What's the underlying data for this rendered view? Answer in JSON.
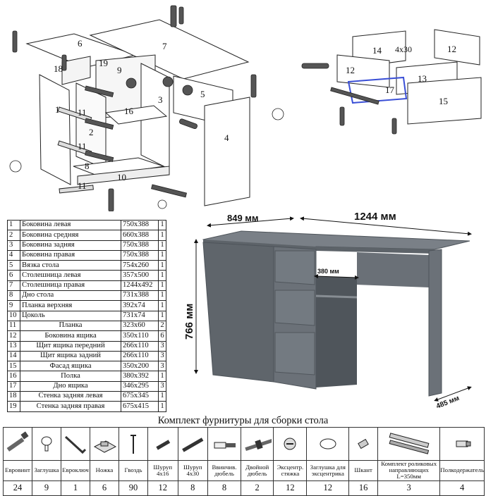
{
  "assembly": {
    "callouts": [
      "1",
      "2",
      "3",
      "4",
      "5",
      "6",
      "7",
      "8",
      "9",
      "10",
      "11",
      "11",
      "11",
      "12",
      "12",
      "13",
      "14",
      "15",
      "16",
      "17",
      "18",
      "19"
    ],
    "drawer_screw_label": "4x30"
  },
  "parts_table": {
    "rows": [
      {
        "num": "1",
        "name": "Боковина левая",
        "dims": "750x388",
        "qty": "1"
      },
      {
        "num": "2",
        "name": "Боковина средняя",
        "dims": "660x388",
        "qty": "1"
      },
      {
        "num": "3",
        "name": "Боковина задняя",
        "dims": "750x388",
        "qty": "1"
      },
      {
        "num": "4",
        "name": "Боковина правая",
        "dims": "750x388",
        "qty": "1"
      },
      {
        "num": "5",
        "name": "Вязка стола",
        "dims": "754x260",
        "qty": "1"
      },
      {
        "num": "6",
        "name": "Столешница левая",
        "dims": "357x500",
        "qty": "1"
      },
      {
        "num": "7",
        "name": "Столешница правая",
        "dims": "1244x492",
        "qty": "1"
      },
      {
        "num": "8",
        "name": "Дно стола",
        "dims": "731x388",
        "qty": "1"
      },
      {
        "num": "9",
        "name": "Планка верхняя",
        "dims": "392x74",
        "qty": "1"
      },
      {
        "num": "10",
        "name": "Цоколь",
        "dims": "731x74",
        "qty": "1"
      },
      {
        "num": "11",
        "name": "Планка",
        "dims": "323x60",
        "qty": "2"
      },
      {
        "num": "12",
        "name": "Боковина ящика",
        "dims": "350x110",
        "qty": "6"
      },
      {
        "num": "13",
        "name": "Щит ящика передний",
        "dims": "266x110",
        "qty": "3"
      },
      {
        "num": "14",
        "name": "Щит ящика задний",
        "dims": "266x110",
        "qty": "3"
      },
      {
        "num": "15",
        "name": "Фасад ящика",
        "dims": "350x200",
        "qty": "3"
      },
      {
        "num": "16",
        "name": "Полка",
        "dims": "380x392",
        "qty": "1"
      },
      {
        "num": "17",
        "name": "Дно ящика",
        "dims": "346x295",
        "qty": "3"
      },
      {
        "num": "18",
        "name": "Стенка задняя левая",
        "dims": "675x345",
        "qty": "1"
      },
      {
        "num": "19",
        "name": "Стенка задняя правая",
        "dims": "675x415",
        "qty": "1"
      }
    ]
  },
  "desk": {
    "width_left": "849 мм",
    "width_right": "1244 мм",
    "height": "766 мм",
    "depth": "485 мм",
    "shelf_depth": "380 мм",
    "body_color": "#6b7178"
  },
  "hardware": {
    "title": "Комплект фурнитуры для сборки стола",
    "items": [
      {
        "icon": "eurovint-screw-icon",
        "name": "Евровинт",
        "qty": "24"
      },
      {
        "icon": "cap-icon",
        "name": "Заглушка",
        "qty": "9"
      },
      {
        "icon": "hex-key-icon",
        "name": "Евроключ",
        "qty": "1"
      },
      {
        "icon": "foot-icon",
        "name": "Ножка",
        "qty": "6"
      },
      {
        "icon": "nail-icon",
        "name": "Гвоздь",
        "qty": "90"
      },
      {
        "icon": "screw-icon",
        "name": "Шуруп 4x16",
        "qty": "12"
      },
      {
        "icon": "screw-long-icon",
        "name": "Шуруп 4x30",
        "qty": "8"
      },
      {
        "icon": "dowel-screw-icon",
        "name": "Ввинчив. дюбель",
        "qty": "8"
      },
      {
        "icon": "double-dowel-icon",
        "name": "Двойной дюбель",
        "qty": "2"
      },
      {
        "icon": "cam-lock-icon",
        "name": "Эксцентр. стяжка",
        "qty": "12"
      },
      {
        "icon": "cam-cap-icon",
        "name": "Заглушка для эксцентрика",
        "qty": "12"
      },
      {
        "icon": "dowel-icon",
        "name": "Шкант",
        "qty": "16"
      },
      {
        "icon": "drawer-slide-icon",
        "name": "Комплект роликовых направляющих L=350мм",
        "qty": "3"
      },
      {
        "icon": "shelf-support-icon",
        "name": "Полкодержатель",
        "qty": "4"
      }
    ]
  }
}
